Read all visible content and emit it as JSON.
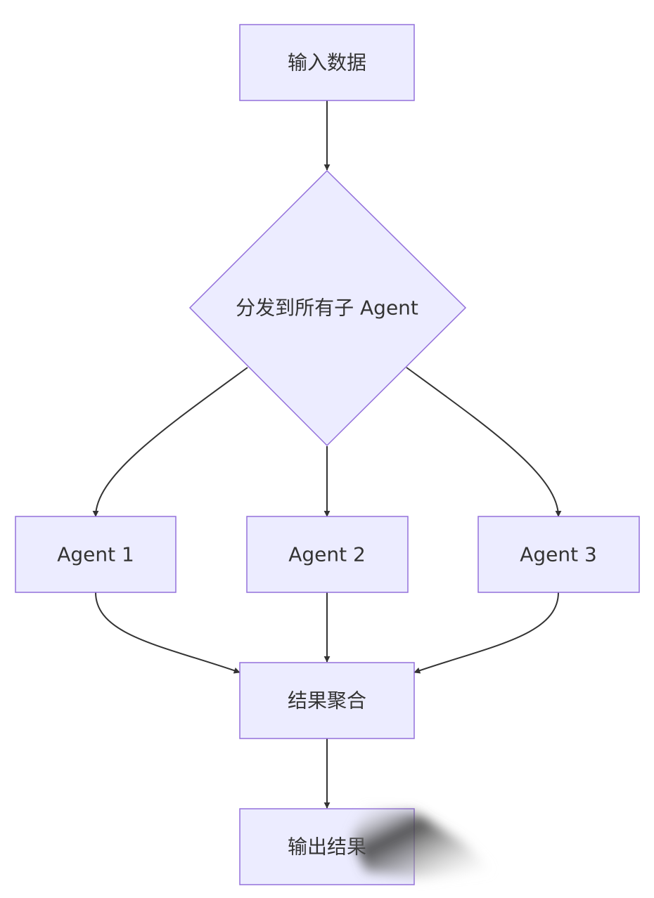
{
  "nodes": {
    "input": "输入数据",
    "dispatch": "分发到所有子 Agent",
    "agent1": "Agent 1",
    "agent2": "Agent 2",
    "agent3": "Agent 3",
    "aggregate": "结果聚合",
    "output": "输出结果"
  },
  "colors": {
    "node_fill": "#ECECFF",
    "node_stroke": "#9370DB",
    "edge": "#333333",
    "text": "#333333"
  }
}
